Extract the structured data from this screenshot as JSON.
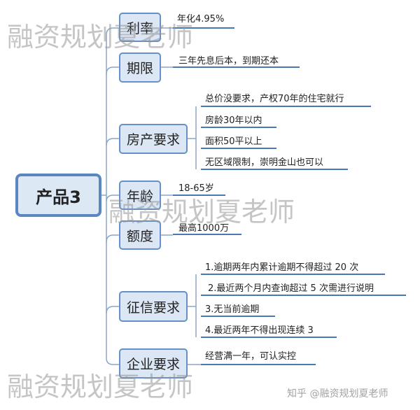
{
  "root": "产品3",
  "branches": {
    "rate": {
      "label": "利率",
      "items": [
        "年化4.95%"
      ]
    },
    "term": {
      "label": "期限",
      "items": [
        "三年先息后本，到期还本"
      ]
    },
    "property": {
      "label": "房产要求",
      "items": [
        "总价没要求，产权70年的住宅就行",
        "房龄30年以内",
        "面积50平以上",
        "无区域限制，崇明金山也可以"
      ]
    },
    "age": {
      "label": "年龄",
      "items": [
        "18-65岁"
      ]
    },
    "amount": {
      "label": "额度",
      "items": [
        "最高1000万"
      ]
    },
    "credit": {
      "label": "征信要求",
      "items": [
        "1.逾期两年内累计逾期不得超过 20 次",
        "2.最近两个月内查询超过 5 次需进行说明",
        "3.无当前逾期",
        "4.最近两年不得出现连续 3"
      ]
    },
    "business": {
      "label": "企业要求",
      "items": [
        "经营满一年，可认实控"
      ]
    }
  },
  "watermark": "融资规划夏老师",
  "credit_line": "知乎 @融资规划夏老师",
  "colors": {
    "node_fill": "#dce7f5",
    "node_border": "#6690c6",
    "line": "#4a78b4"
  }
}
